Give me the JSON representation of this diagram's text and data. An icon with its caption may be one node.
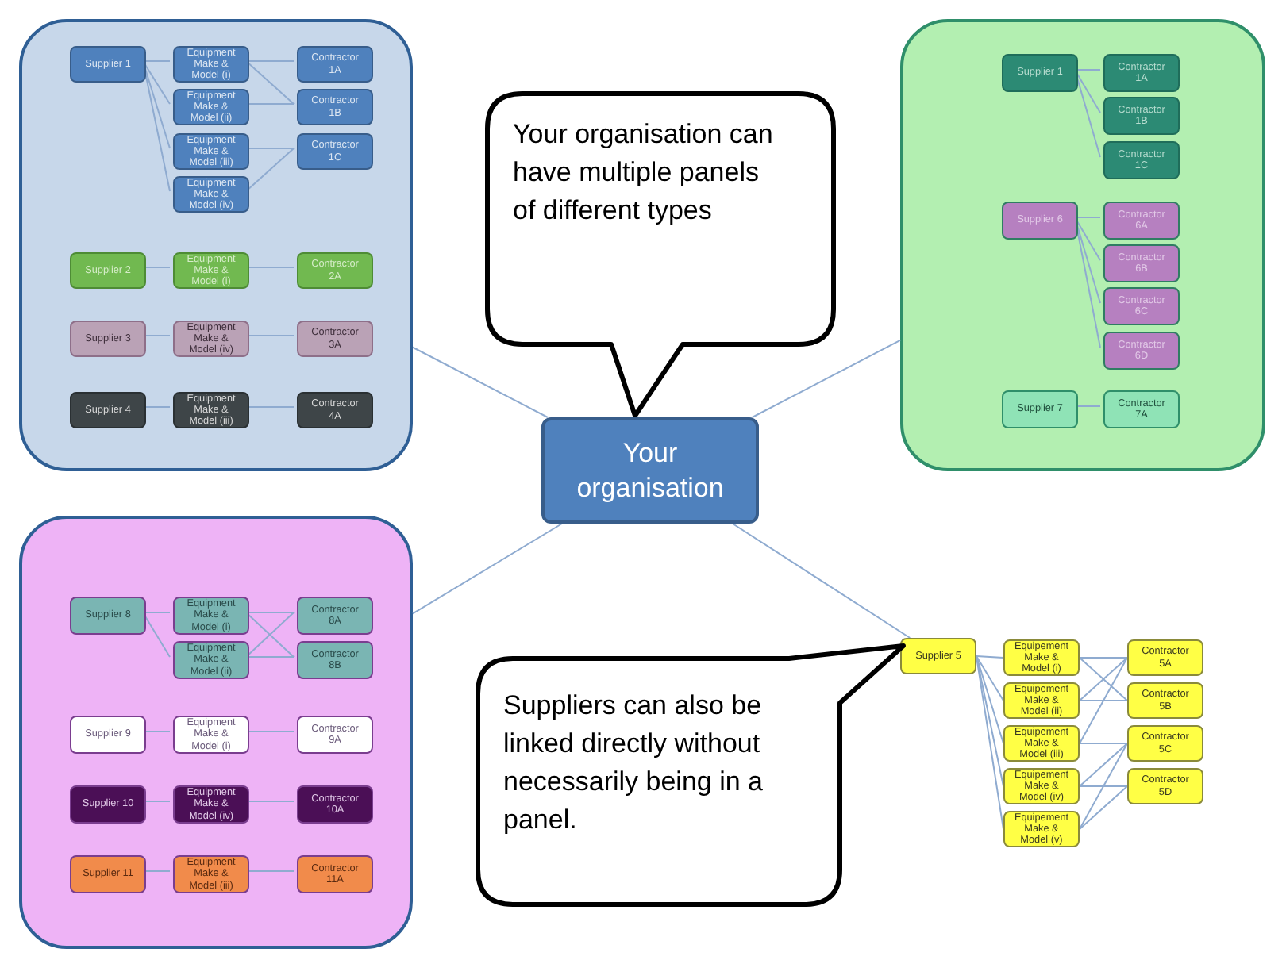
{
  "diagram": {
    "nodes": [
      {
        "text": [],
        "shape": "box"
      },
      {
        "text": [
          "Supplier 1"
        ],
        "in": 0
      },
      {
        "text": [
          "Equipment Make & Model (i)"
        ],
        "in": 0
      },
      {
        "text": [
          "Equipment Make & Model (ii)"
        ],
        "in": 0
      },
      {
        "text": [
          "Equipment Make & Model (iii)"
        ],
        "in": 0
      },
      {
        "text": [
          "Equipment Make & Model (iv)"
        ],
        "in": 0
      },
      {
        "text": [
          "Contractor 1A"
        ],
        "in": 0
      },
      {
        "text": [
          "Contractor 1B"
        ],
        "in": 0
      },
      {
        "text": [
          "Contractor 1C"
        ],
        "in": 0
      },
      {
        "text": [
          "Supplier 2"
        ],
        "in": 0
      },
      {
        "text": [
          "Equipment Make & Model (i)"
        ],
        "in": 0
      },
      {
        "text": [
          "Contractor 2A"
        ],
        "in": 0
      },
      {
        "text": [
          "Supplier 3"
        ],
        "in": 0
      },
      {
        "text": [
          "Equipment Make & Model (iv)"
        ],
        "in": 0
      },
      {
        "text": [
          "Contractor 3A"
        ],
        "in": 0
      },
      {
        "text": [
          "Supplier 4"
        ],
        "in": 0
      },
      {
        "text": [
          "Equipment Make & Model (iii)"
        ],
        "in": 0
      },
      {
        "text": [
          "Contractor 4A"
        ],
        "in": 0
      },
      {
        "text": [],
        "shape": "box"
      },
      {
        "text": [
          "Supplier 1"
        ],
        "in": 18
      },
      {
        "text": [
          "Contractor 1A"
        ],
        "in": 18
      },
      {
        "text": [
          "Contractor 1B"
        ],
        "in": 18
      },
      {
        "text": [
          "Contractor 1C"
        ],
        "in": 18
      },
      {
        "text": [
          "Supplier 6"
        ],
        "in": 18
      },
      {
        "text": [
          "Contractor 6A"
        ],
        "in": 18
      },
      {
        "text": [
          "Contractor 6B"
        ],
        "in": 18
      },
      {
        "text": [
          "Contractor 6C"
        ],
        "in": 18
      },
      {
        "text": [
          "Contractor 6D"
        ],
        "in": 18
      },
      {
        "text": [
          "Supplier 7"
        ],
        "in": 18
      },
      {
        "text": [
          "Contractor 7A"
        ],
        "in": 18
      },
      {
        "text": [
          "Your organisation can have multiple panels of different types"
        ]
      },
      {
        "text": [
          "Your organisation"
        ]
      },
      {
        "text": [],
        "shape": "box"
      },
      {
        "text": [
          "Supplier 8"
        ],
        "in": 32
      },
      {
        "text": [
          "Equipment Make & Model (i)"
        ],
        "in": 32
      },
      {
        "text": [
          "Equipment Make & Model (ii)"
        ],
        "in": 32
      },
      {
        "text": [
          "Contractor 8A"
        ],
        "in": 32
      },
      {
        "text": [
          "Contractor 8B"
        ],
        "in": 32
      },
      {
        "text": [
          "Supplier 9"
        ],
        "in": 32
      },
      {
        "text": [
          "Equipment Make & Model (i)"
        ],
        "in": 32
      },
      {
        "text": [
          "Contractor 9A"
        ],
        "in": 32
      },
      {
        "text": [
          "Supplier 10"
        ],
        "in": 32
      },
      {
        "text": [
          "Equipment Make & Model (iv)"
        ],
        "in": 32
      },
      {
        "text": [
          "Contractor 10A"
        ],
        "in": 32
      },
      {
        "text": [
          "Supplier 11"
        ],
        "in": 32
      },
      {
        "text": [
          "Equipment Make & Model (iii)"
        ],
        "in": 32
      },
      {
        "text": [
          "Contractor 11A"
        ],
        "in": 32
      },
      {
        "text": [
          "Supplier 5"
        ]
      },
      {
        "text": [
          "Equipement Make & Model (i)"
        ]
      },
      {
        "text": [
          "Equipement Make & Model (ii)"
        ]
      },
      {
        "text": [
          "Equipement Make & Model (iii)"
        ]
      },
      {
        "text": [
          "Equipement Make & Model (iv)"
        ]
      },
      {
        "text": [
          "Equipement Make & Model (v)"
        ]
      },
      {
        "text": [
          "Contractor 5A"
        ]
      },
      {
        "text": [
          "Contractor 5B"
        ]
      },
      {
        "text": [
          "Contractor 5C"
        ]
      },
      {
        "text": [
          "Contractor 5D"
        ]
      },
      {
        "text": [
          "Suppliers can also be linked directly without necessarily being in a panel."
        ]
      }
    ],
    "edges": [
      {
        "from": 1,
        "to": 2,
        "arrow": "none"
      },
      {
        "from": 1,
        "to": 3,
        "arrow": "none"
      },
      {
        "from": 1,
        "to": 4,
        "arrow": "none"
      },
      {
        "from": 1,
        "to": 5,
        "arrow": "none"
      },
      {
        "from": 2,
        "to": 6,
        "arrow": "none"
      },
      {
        "from": 2,
        "to": 7,
        "arrow": "none"
      },
      {
        "from": 3,
        "to": 7,
        "arrow": "none"
      },
      {
        "from": 4,
        "to": 8,
        "arrow": "none"
      },
      {
        "from": 5,
        "to": 8,
        "arrow": "none"
      },
      {
        "from": 9,
        "to": 10,
        "arrow": "none"
      },
      {
        "from": 10,
        "to": 11,
        "arrow": "none"
      },
      {
        "from": 12,
        "to": 13,
        "arrow": "none"
      },
      {
        "from": 13,
        "to": 14,
        "arrow": "none"
      },
      {
        "from": 15,
        "to": 16,
        "arrow": "none"
      },
      {
        "from": 16,
        "to": 17,
        "arrow": "none"
      },
      {
        "from": 19,
        "to": 20,
        "arrow": "none"
      },
      {
        "from": 19,
        "to": 21,
        "arrow": "none"
      },
      {
        "from": 19,
        "to": 22,
        "arrow": "none"
      },
      {
        "from": 23,
        "to": 24,
        "arrow": "none"
      },
      {
        "from": 23,
        "to": 25,
        "arrow": "none"
      },
      {
        "from": 23,
        "to": 26,
        "arrow": "none"
      },
      {
        "from": 23,
        "to": 27,
        "arrow": "none"
      },
      {
        "from": 28,
        "to": 29,
        "arrow": "none"
      },
      {
        "from": 31,
        "to": 0,
        "arrow": "none"
      },
      {
        "from": 31,
        "to": 18,
        "arrow": "none"
      },
      {
        "from": 31,
        "to": 32,
        "arrow": "none"
      },
      {
        "from": 31,
        "to": 47,
        "arrow": "none"
      },
      {
        "from": 33,
        "to": 34,
        "arrow": "none"
      },
      {
        "from": 33,
        "to": 35,
        "arrow": "none"
      },
      {
        "from": 34,
        "to": 36,
        "arrow": "none"
      },
      {
        "from": 34,
        "to": 37,
        "arrow": "none"
      },
      {
        "from": 35,
        "to": 36,
        "arrow": "none"
      },
      {
        "from": 35,
        "to": 37,
        "arrow": "none"
      },
      {
        "from": 38,
        "to": 39,
        "arrow": "none"
      },
      {
        "from": 39,
        "to": 40,
        "arrow": "none"
      },
      {
        "from": 41,
        "to": 42,
        "arrow": "none"
      },
      {
        "from": 42,
        "to": 43,
        "arrow": "none"
      },
      {
        "from": 44,
        "to": 45,
        "arrow": "none"
      },
      {
        "from": 45,
        "to": 46,
        "arrow": "none"
      },
      {
        "from": 47,
        "to": 48,
        "arrow": "none"
      },
      {
        "from": 47,
        "to": 49,
        "arrow": "none"
      },
      {
        "from": 47,
        "to": 50,
        "arrow": "none"
      },
      {
        "from": 47,
        "to": 51,
        "arrow": "none"
      },
      {
        "from": 47,
        "to": 52,
        "arrow": "none"
      },
      {
        "from": 48,
        "to": 53,
        "arrow": "none"
      },
      {
        "from": 48,
        "to": 54,
        "arrow": "none"
      },
      {
        "from": 49,
        "to": 53,
        "arrow": "none"
      },
      {
        "from": 49,
        "to": 54,
        "arrow": "none"
      },
      {
        "from": 50,
        "to": 53,
        "arrow": "none"
      },
      {
        "from": 50,
        "to": 55,
        "arrow": "none"
      },
      {
        "from": 51,
        "to": 55,
        "arrow": "none"
      },
      {
        "from": 51,
        "to": 56,
        "arrow": "none"
      },
      {
        "from": 52,
        "to": 55,
        "arrow": "none"
      },
      {
        "from": 52,
        "to": 56,
        "arrow": "none"
      }
    ]
  }
}
